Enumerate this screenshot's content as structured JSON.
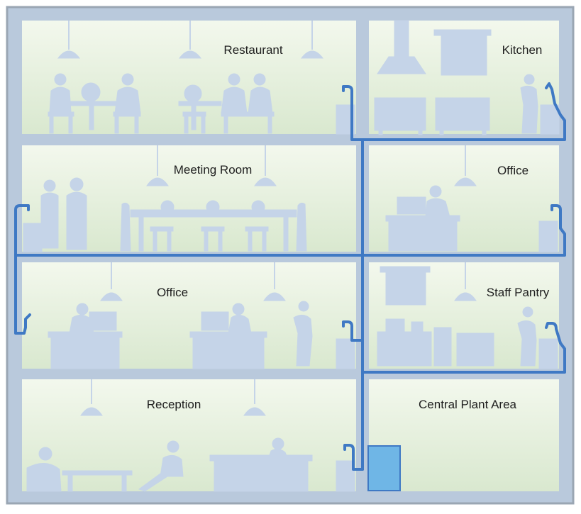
{
  "rooms": {
    "restaurant": "Restaurant",
    "kitchen": "Kitchen",
    "meeting_room": "Meeting Room",
    "office_upper": "Office",
    "office_lower": "Office",
    "staff_pantry": "Staff Pantry",
    "reception": "Reception",
    "central_plant": "Central Plant Area"
  },
  "colors": {
    "frame": "#b9c9dc",
    "frame_border": "#9aa6b3",
    "wall": "#c3d3e6",
    "room_top": "#f3f8ed",
    "room_bottom": "#d9e8cf",
    "silhouette": "#c5d4e8",
    "pipe": "#3f79c4",
    "plant_box": "#6fb6e6"
  }
}
